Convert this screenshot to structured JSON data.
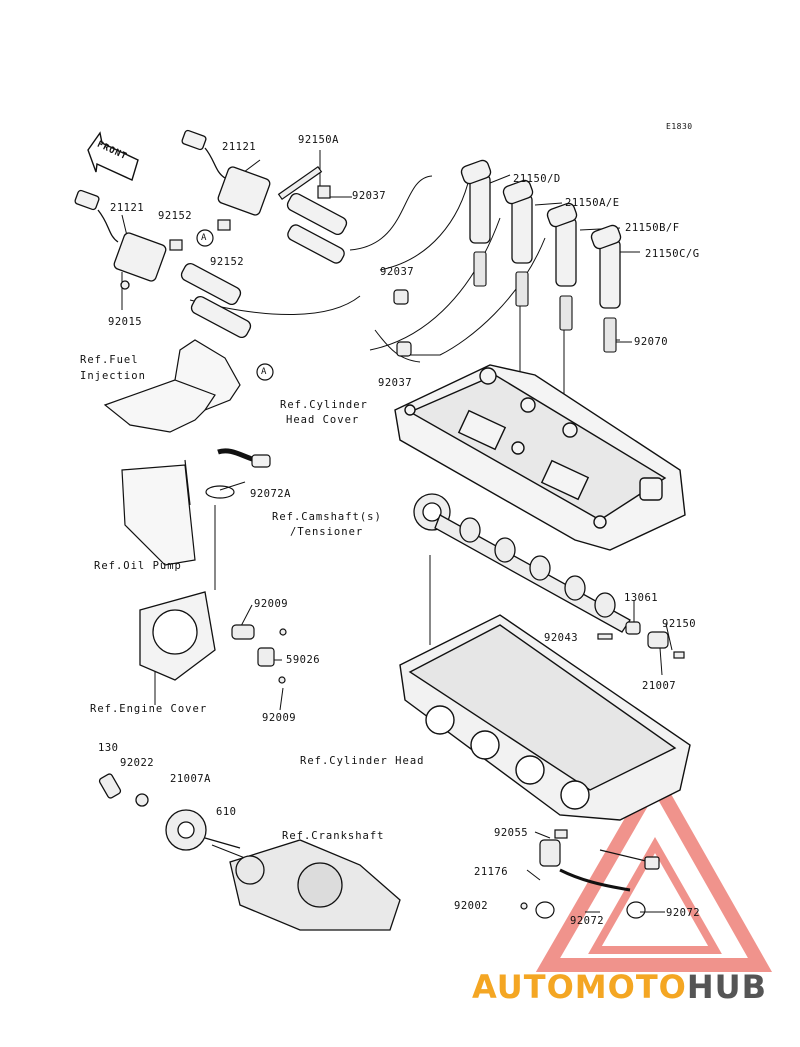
{
  "diagram": {
    "code": "E1830",
    "front_label": "FRONT",
    "part_labels": [
      {
        "id": "p21121a",
        "text": "21121"
      },
      {
        "id": "p92150a",
        "text": "92150A"
      },
      {
        "id": "p92037a",
        "text": "92037"
      },
      {
        "id": "p21121b",
        "text": "21121"
      },
      {
        "id": "p92152a",
        "text": "92152"
      },
      {
        "id": "p92152b",
        "text": "92152"
      },
      {
        "id": "p92015",
        "text": "92015"
      },
      {
        "id": "p21150d",
        "text": "21150/D"
      },
      {
        "id": "p21150ae",
        "text": "21150A/E"
      },
      {
        "id": "p21150bf",
        "text": "21150B/F"
      },
      {
        "id": "p21150cg",
        "text": "21150C/G"
      },
      {
        "id": "p92037b",
        "text": "92037"
      },
      {
        "id": "p92037c",
        "text": "92037"
      },
      {
        "id": "p92070",
        "text": "92070"
      },
      {
        "id": "p92072a",
        "text": "92072A"
      },
      {
        "id": "p92009a",
        "text": "92009"
      },
      {
        "id": "p59026",
        "text": "59026"
      },
      {
        "id": "p92009b",
        "text": "92009"
      },
      {
        "id": "p13061",
        "text": "13061"
      },
      {
        "id": "p92150",
        "text": "92150"
      },
      {
        "id": "p92043",
        "text": "92043"
      },
      {
        "id": "p21007",
        "text": "21007"
      },
      {
        "id": "p130",
        "text": "130"
      },
      {
        "id": "p92022",
        "text": "92022"
      },
      {
        "id": "p21007a",
        "text": "21007A"
      },
      {
        "id": "p610",
        "text": "610"
      },
      {
        "id": "p92055",
        "text": "92055"
      },
      {
        "id": "p21176",
        "text": "21176"
      },
      {
        "id": "p92002",
        "text": "92002"
      },
      {
        "id": "p92072b",
        "text": "92072"
      },
      {
        "id": "p92072c",
        "text": "92072"
      }
    ],
    "ref_labels": [
      {
        "id": "fuel1",
        "text": "Ref.Fuel"
      },
      {
        "id": "fuel2",
        "text": "Injection"
      },
      {
        "id": "head_cover1",
        "text": "Ref.Cylinder"
      },
      {
        "id": "head_cover2",
        "text": "Head Cover"
      },
      {
        "id": "cam1",
        "text": "Ref.Camshaft(s)"
      },
      {
        "id": "cam2",
        "text": "/Tensioner"
      },
      {
        "id": "oil_pump",
        "text": "Ref.Oil Pump"
      },
      {
        "id": "engine_cover",
        "text": "Ref.Engine Cover"
      },
      {
        "id": "cyl_head",
        "text": "Ref.Cylinder Head"
      },
      {
        "id": "crank",
        "text": "Ref.Crankshaft"
      }
    ],
    "callouts": [
      "A",
      "A"
    ],
    "watermark": {
      "part1": "AUTOMOTO",
      "part2": "HUB",
      "color1": "#f4a623",
      "color2": "#555555",
      "triangle_color": "#e33b2e"
    }
  }
}
